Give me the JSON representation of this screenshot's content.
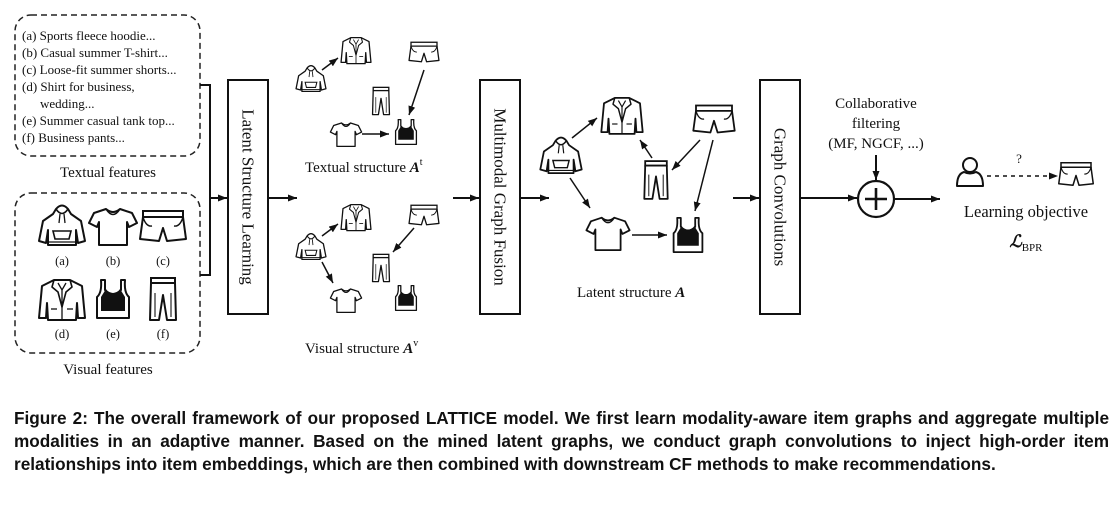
{
  "textual_features": {
    "items": [
      "(a) Sports fleece hoodie...",
      "(b) Casual summer T-shirt...",
      "(c) Loose-fit summer shorts...",
      "(d) Shirt for business,",
      "wedding...",
      "(e) Summer casual tank top...",
      "(f) Business pants..."
    ],
    "label": "Textual features"
  },
  "visual_features": {
    "labels": [
      "(a)",
      "(b)",
      "(c)",
      "(d)",
      "(e)",
      "(f)"
    ],
    "label": "Visual features"
  },
  "blocks": {
    "latent_structure_learning": "Latent Structure Learning",
    "multimodal_graph_fusion": "Multimodal Graph Fusion",
    "graph_convolutions": "Graph Convolutions"
  },
  "structures": {
    "textual": "Textual structure",
    "textual_symbol": "A",
    "textual_sup": "t",
    "visual": "Visual structure",
    "visual_symbol": "A",
    "visual_sup": "v",
    "latent": "Latent structure",
    "latent_symbol": "A"
  },
  "cf": {
    "line1": "Collaborative",
    "line2": "filtering",
    "line3": "(MF, NGCF, ...)"
  },
  "objective": {
    "question": "?",
    "label": "Learning objective",
    "loss_symbol": "ℒ",
    "loss_sub": "BPR"
  },
  "caption": "Figure 2: The overall framework of our proposed LATTICE model. We first learn modality-aware item graphs and aggregate multiple modalities in an adaptive manner. Based on the mined latent graphs, we conduct graph convolutions to inject high-order item relationships into item embeddings, which are then combined with downstream CF methods to make recommendations."
}
